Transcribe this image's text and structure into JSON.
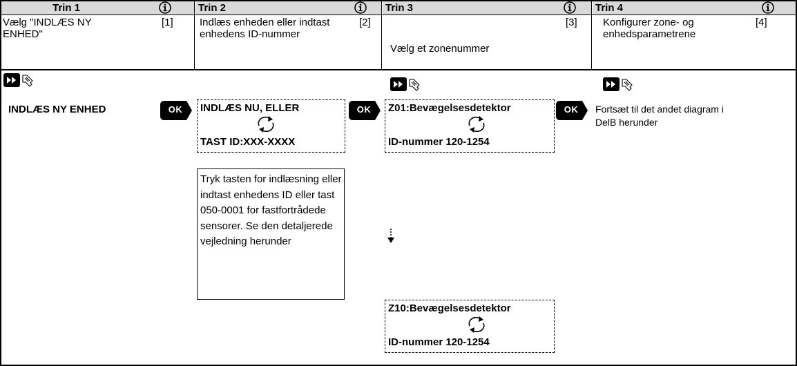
{
  "steps": [
    {
      "title": "Trin 1",
      "text": "Vælg \"INDLÆS NY ENHED\"",
      "ref": "[1]"
    },
    {
      "title": "Trin 2",
      "text": "Indlæs enheden eller indtast enhedens ID-nummer",
      "ref": "[2]"
    },
    {
      "title": "Trin 3",
      "text": "Vælg et zonenummer",
      "ref": "[3]"
    },
    {
      "title": "Trin 4",
      "text": "Konfigurer zone- og enhedsparametrene",
      "ref": "[4]"
    }
  ],
  "ok_label": "OK",
  "flow": {
    "start_label": "INDLÆS NY ENHED",
    "lcd_enroll": {
      "line1": "INDLÆS NU, ELLER",
      "line2": "TAST ID:XXX-XXXX"
    },
    "lcd_zone_first": {
      "line1": "Z01:Bevægelsesdetektor",
      "line2": "ID-nummer 120-1254"
    },
    "lcd_zone_last": {
      "line1": "Z10:Bevægelsesdetektor",
      "line2": "ID-nummer 120-1254"
    },
    "continue_text": "Fortsæt til det andet diagram  i DelB herunder",
    "note": "Tryk tasten for indlæsning eller indtast enhedens ID eller tast 050-0001 for fastfortrådede sensorer. Se den detaljerede vejledning herunder"
  },
  "colors": {
    "header_bg": "#d9d9d9",
    "button_bg": "#000000",
    "text": "#000000"
  },
  "icons": {
    "info": "info-circle-icon",
    "forward": "fast-forward-icon",
    "hand": "pointing-hand-icon",
    "cycle": "cycle-arrows-icon",
    "arrow": "dotted-down-arrow-icon"
  }
}
